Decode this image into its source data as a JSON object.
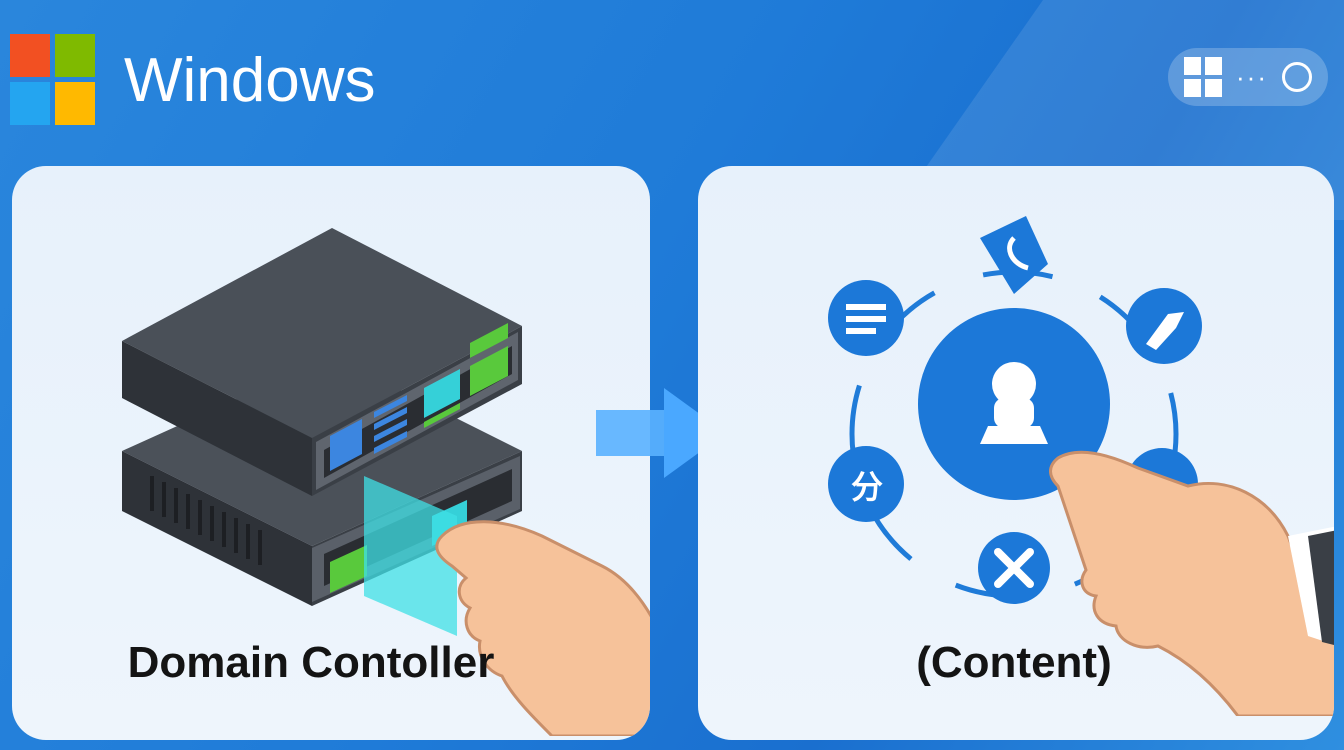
{
  "header": {
    "brand": "Windows"
  },
  "top_right_pill": {
    "icons": [
      "windows-icon",
      "ellipsis-icon",
      "sync-icon"
    ],
    "dots": "···"
  },
  "left_panel": {
    "caption": "Domain Contoller"
  },
  "right_panel": {
    "caption": "(Content)",
    "center_icon": "user-icon",
    "orbit_icons": [
      "phone-icon",
      "list-icon",
      "wrench-icon",
      "share-icon",
      "close-icon",
      "document-icon"
    ],
    "orbit_glyph": "分"
  },
  "colors": {
    "background": "#2a86dc",
    "panel": "#e9f2fb",
    "accent": "#1f7bd8"
  }
}
